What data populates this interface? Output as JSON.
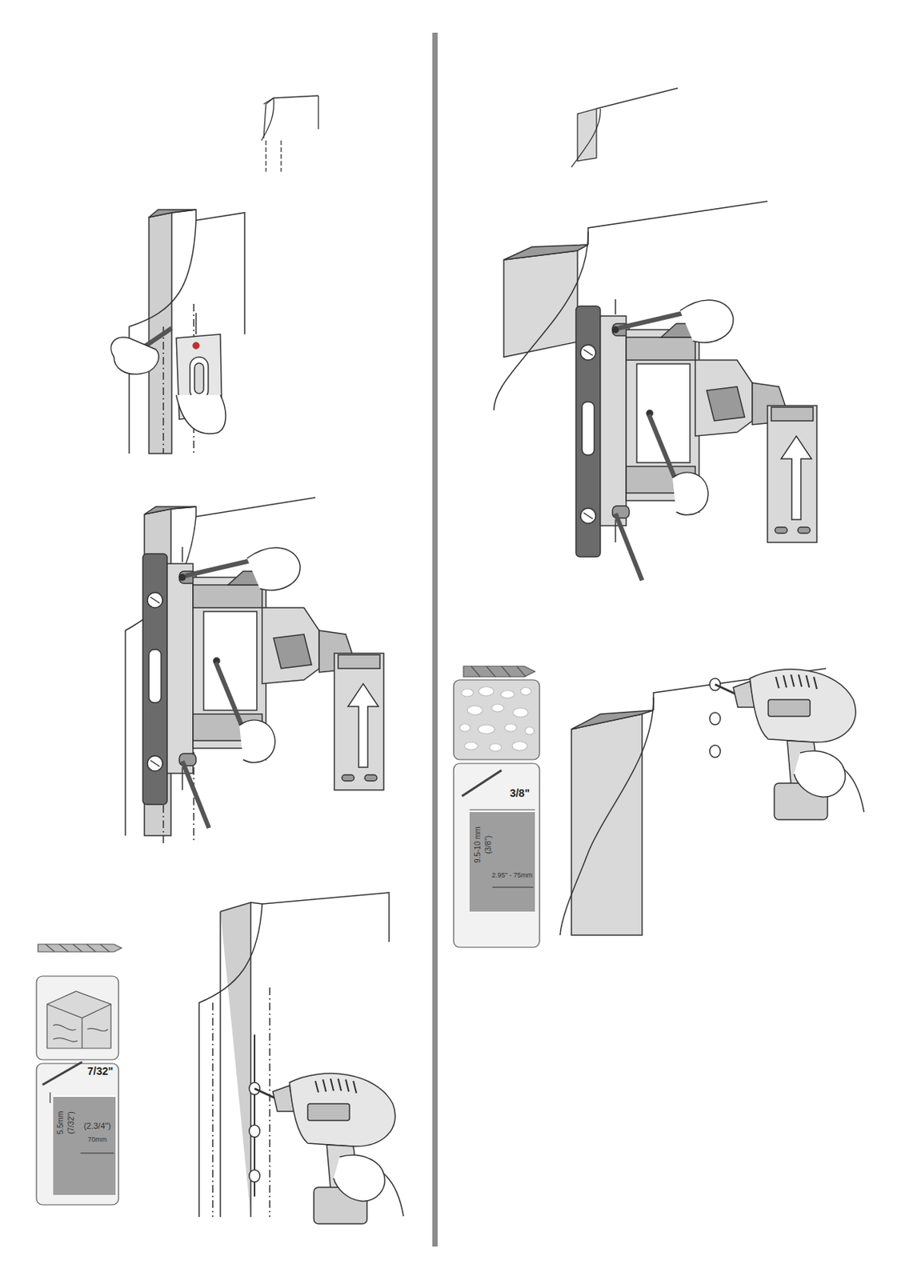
{
  "diagram": {
    "labels": [
      "7/32\"",
      "(7/32\")",
      "5.5mm",
      "(2.3/4\")",
      "70mm",
      "3/8\"",
      "(3/8\")",
      "9.5-10 mm",
      "2.95\" - 75mm"
    ]
  }
}
